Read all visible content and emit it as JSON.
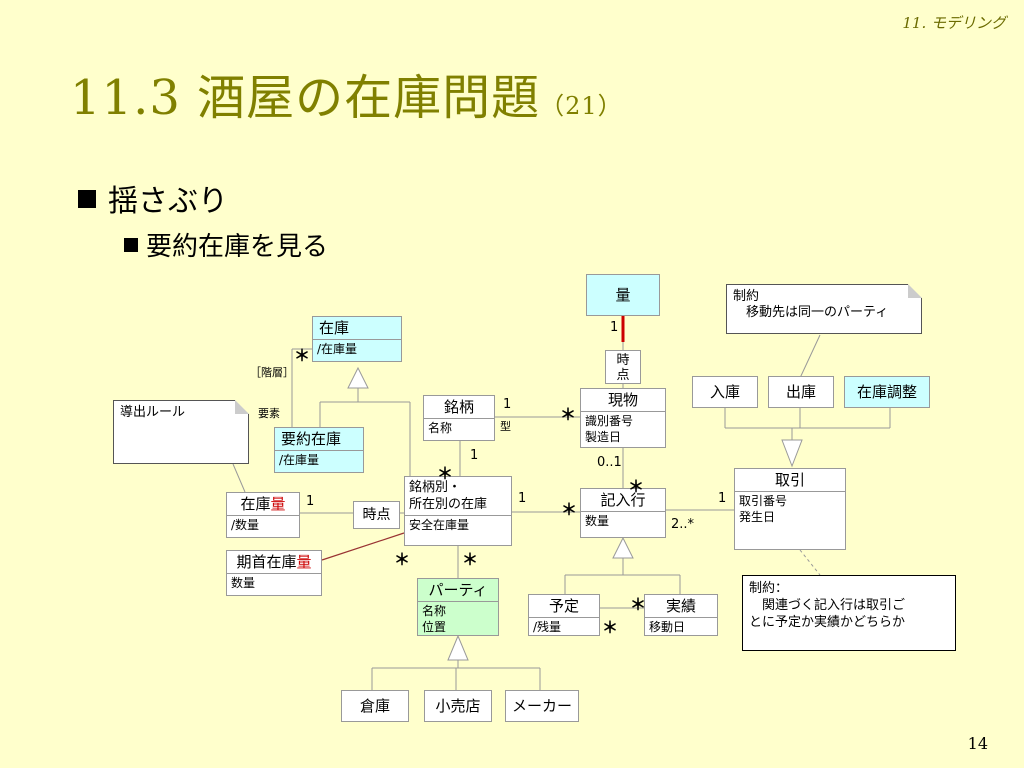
{
  "header": {
    "chapter": "11. モデリング"
  },
  "title": {
    "main": "11.3 酒屋の在庫問題",
    "suffix": "（21）"
  },
  "bullets": {
    "level1": "揺さぶり",
    "level2": "要約在庫を見る"
  },
  "page_number": "14",
  "classes": {
    "ryou": {
      "name": "量"
    },
    "jiten_top": {
      "name": "時\n点"
    },
    "zaiko": {
      "name": "在庫",
      "attrs": [
        "/在庫量"
      ]
    },
    "youyaku_zaiko": {
      "name": "要約在庫",
      "attrs": [
        "/在庫量"
      ]
    },
    "meigara": {
      "name": "銘柄",
      "attrs": [
        "名称"
      ]
    },
    "genbutsu": {
      "name": "現物",
      "attrs": [
        "識別番号",
        "製造日"
      ]
    },
    "meigara_shozai": {
      "name": "銘柄別・\n所在別の在庫",
      "attrs": [
        "安全在庫量"
      ]
    },
    "jiten_mid": {
      "name": "時点"
    },
    "kinyuukou": {
      "name": "記入行",
      "attrs": [
        "数量"
      ]
    },
    "torihiki": {
      "name": "取引",
      "attrs": [
        "取引番号",
        "発生日"
      ]
    },
    "nyuuko": {
      "name": "入庫"
    },
    "shukko": {
      "name": "出庫"
    },
    "zaiko_chousei": {
      "name": "在庫調整"
    },
    "zaiko_ryou": {
      "name_prefix": "在庫",
      "name_highlight": "量",
      "attrs": [
        "/数量"
      ]
    },
    "kishu_zaiko_ryou": {
      "name_prefix": "期首在庫",
      "name_highlight": "量",
      "attrs": [
        "数量"
      ]
    },
    "party": {
      "name": "パーティ",
      "attrs": [
        "名称",
        "位置"
      ]
    },
    "yotei": {
      "name": "予定",
      "attrs": [
        "/残量"
      ]
    },
    "jisseki": {
      "name": "実績",
      "attrs": [
        "移動日"
      ]
    },
    "souko": {
      "name": "倉庫"
    },
    "kouriten": {
      "name": "小売店"
    },
    "maker": {
      "name": "メーカー"
    }
  },
  "notes": {
    "constraint_party": {
      "line1": "制約",
      "line2": "　移動先は同一のパーティ"
    },
    "derivation_rule": {
      "line1": "導出ルール"
    },
    "constraint_torihiki": {
      "line1": "制約：",
      "line2": "　関連づく記入行は取引ご",
      "line3": "とに予定か実績かどちらか"
    }
  },
  "labels": {
    "kaisou": "［階層］",
    "youso": "要素",
    "kata": "型",
    "one_a": "1",
    "one_b": "1",
    "one_c": "1",
    "one_d": "1",
    "one_e": "1",
    "one_f": "1",
    "zero_one": "0..1",
    "two_many": "2..*",
    "star": "＊"
  },
  "colors": {
    "background": "#ffffcc",
    "title": "#808000",
    "class_cyan": "#ccffff",
    "class_green": "#ccffcc",
    "highlight": "#cc0000",
    "red_line": "#cc0000"
  }
}
